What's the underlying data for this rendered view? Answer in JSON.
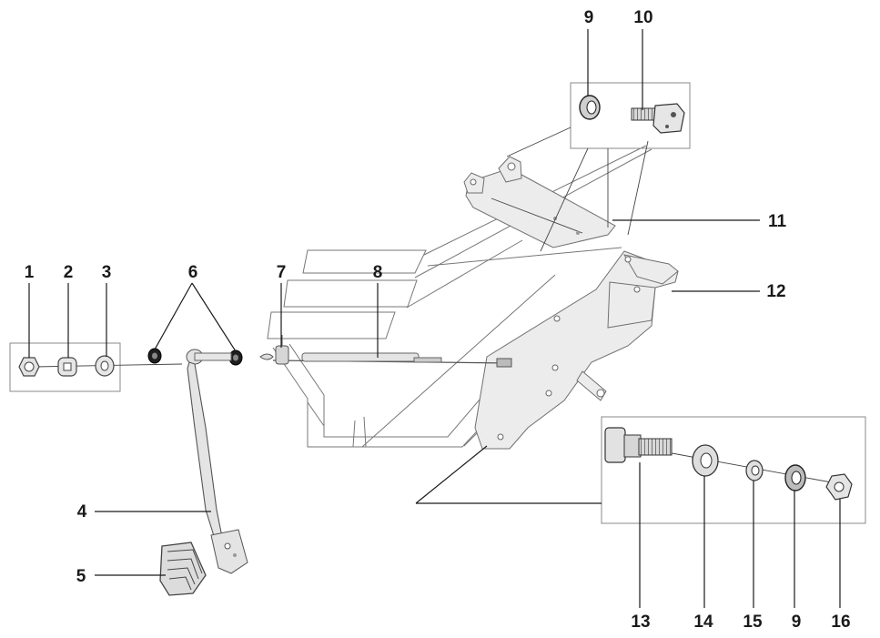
{
  "callouts": [
    {
      "id": "1",
      "text": "1"
    },
    {
      "id": "2",
      "text": "2"
    },
    {
      "id": "3",
      "text": "3"
    },
    {
      "id": "4",
      "text": "4"
    },
    {
      "id": "5",
      "text": "5"
    },
    {
      "id": "6",
      "text": "6"
    },
    {
      "id": "7",
      "text": "7"
    },
    {
      "id": "8",
      "text": "8"
    },
    {
      "id": "9a",
      "text": "9"
    },
    {
      "id": "10",
      "text": "10"
    },
    {
      "id": "11",
      "text": "11"
    },
    {
      "id": "12",
      "text": "12"
    },
    {
      "id": "13",
      "text": "13"
    },
    {
      "id": "14",
      "text": "14"
    },
    {
      "id": "15",
      "text": "15"
    },
    {
      "id": "9b",
      "text": "9"
    },
    {
      "id": "16",
      "text": "16"
    }
  ],
  "colors": {
    "line": "#1a1a1a",
    "part_fill": "#e6e6e6",
    "part_dark": "#2a2a2a",
    "box": "#8a8a8a"
  }
}
